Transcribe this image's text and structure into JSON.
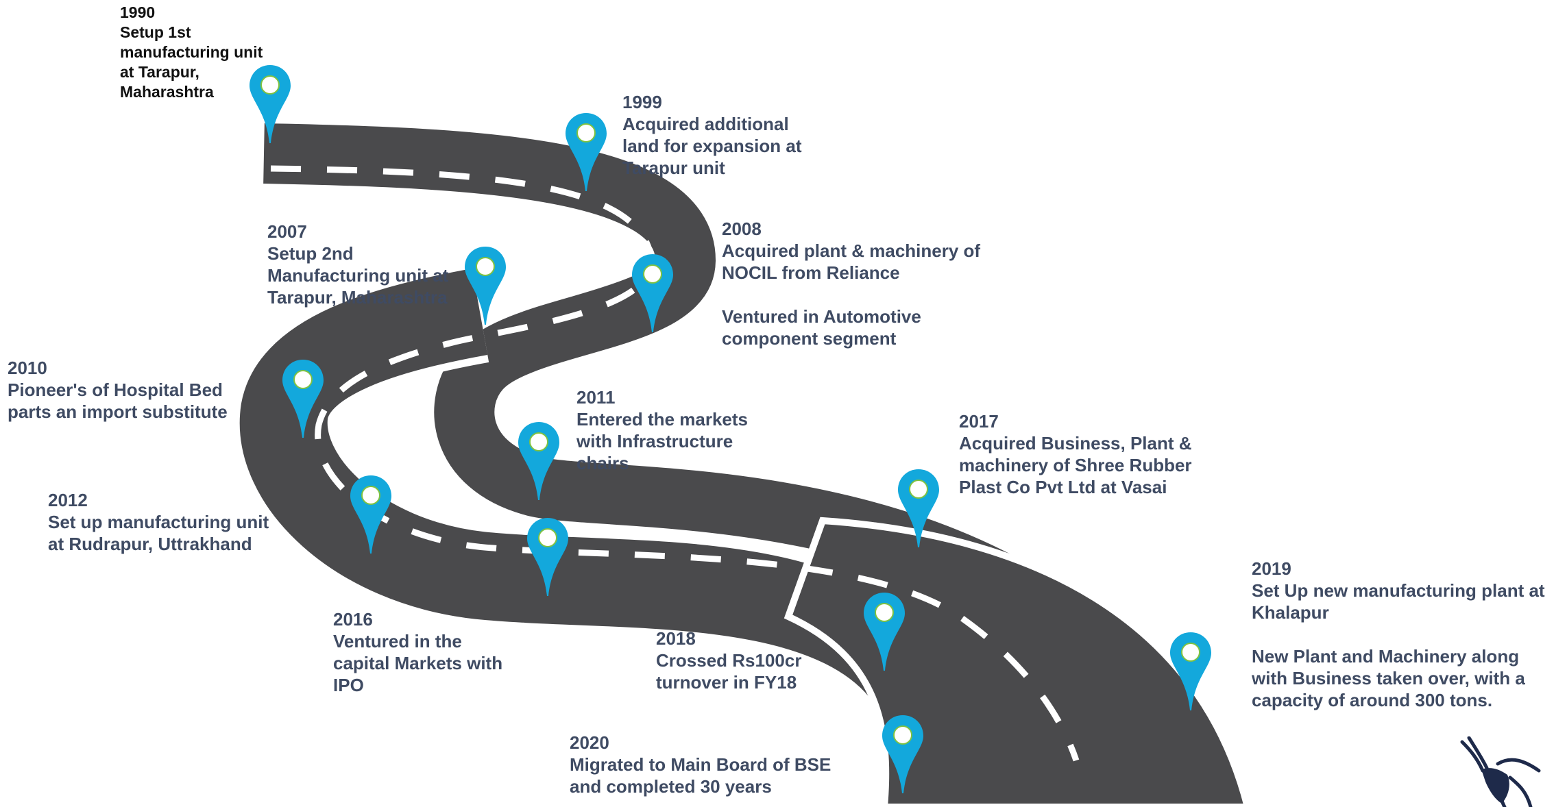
{
  "colors": {
    "road": "#4a4a4c",
    "road_edge": "#ffffff",
    "pin": "#13a8dc",
    "pin_center": "#ffffff",
    "text": "#3f4b63",
    "text_first": "#111111"
  },
  "milestones": [
    {
      "year": "1990",
      "lines": [
        "Setup 1st",
        "manufacturing unit",
        "at Tarapur,",
        "Maharashtra"
      ]
    },
    {
      "year": "1999",
      "lines": [
        "Acquired additional",
        "land for expansion at",
        "Tarapur unit"
      ]
    },
    {
      "year": "2007",
      "lines": [
        "Setup  2nd",
        "Manufacturing unit  at",
        "Tarapur, Maharashtra"
      ]
    },
    {
      "year": "2008",
      "lines": [
        "Acquired plant & machinery of",
        "NOCIL from Reliance",
        "",
        "Ventured in Automotive",
        "component segment"
      ]
    },
    {
      "year": "2010",
      "lines": [
        "Pioneer's of Hospital Bed",
        "parts an import substitute"
      ]
    },
    {
      "year": "2011",
      "lines": [
        "Entered the markets",
        "with Infrastructure",
        "chairs"
      ]
    },
    {
      "year": "2012",
      "lines": [
        "Set up manufacturing unit",
        "at Rudrapur, Uttrakhand"
      ]
    },
    {
      "year": "2016",
      "lines": [
        "Ventured in the",
        "capital Markets with",
        "IPO"
      ]
    },
    {
      "year": "2017",
      "lines": [
        "Acquired Business, Plant &",
        "machinery of Shree Rubber",
        "Plast Co Pvt Ltd at Vasai"
      ]
    },
    {
      "year": "2018",
      "lines": [
        "Crossed Rs100cr",
        "turnover in FY18"
      ]
    },
    {
      "year": "2019",
      "lines": [
        "Set Up new manufacturing plant at",
        "Khalapur",
        "",
        "New Plant and Machinery along",
        "with Business taken over, with a",
        "capacity of around 300 tons."
      ]
    },
    {
      "year": "2020",
      "lines": [
        "Migrated to Main Board of BSE",
        "and completed 30 years"
      ]
    }
  ],
  "pins": [
    {
      "label": "1990"
    },
    {
      "label": "1999"
    },
    {
      "label": "2007"
    },
    {
      "label": "2008"
    },
    {
      "label": "2010"
    },
    {
      "label": "2011"
    },
    {
      "label": "2012"
    },
    {
      "label": "2016"
    },
    {
      "label": "2017"
    },
    {
      "label": "2018"
    },
    {
      "label": "2019"
    },
    {
      "label": "2020"
    }
  ],
  "logo": {
    "icon": "antelope-head-logo"
  }
}
